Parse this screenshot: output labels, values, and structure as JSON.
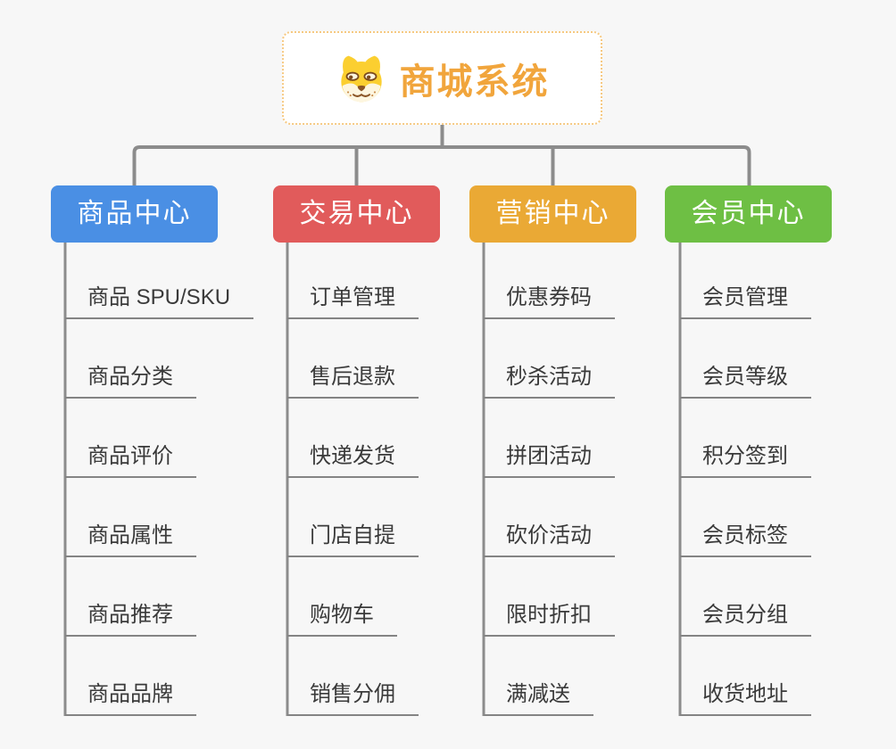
{
  "root": {
    "title": "商城系统",
    "icon": "dog-face-icon"
  },
  "branches": [
    {
      "label": "商品中心",
      "color": "#4A8FE4",
      "children": [
        "商品 SPU/SKU",
        "商品分类",
        "商品评价",
        "商品属性",
        "商品推荐",
        "商品品牌"
      ]
    },
    {
      "label": "交易中心",
      "color": "#E15B5B",
      "children": [
        "订单管理",
        "售后退款",
        "快递发货",
        "门店自提",
        "购物车",
        "销售分佣"
      ]
    },
    {
      "label": "营销中心",
      "color": "#EAA935",
      "children": [
        "优惠券码",
        "秒杀活动",
        "拼团活动",
        "砍价活动",
        "限时折扣",
        "满减送"
      ]
    },
    {
      "label": "会员中心",
      "color": "#6EBF44",
      "children": [
        "会员管理",
        "会员等级",
        "积分签到",
        "会员标签",
        "会员分组",
        "收货地址"
      ]
    }
  ],
  "colors": {
    "background": "#F7F7F7",
    "root_text": "#F1A53C",
    "root_border": "#F6C982",
    "connector": "#8C8C8C",
    "underline": "#848484",
    "child_text": "#3A3A3A"
  }
}
